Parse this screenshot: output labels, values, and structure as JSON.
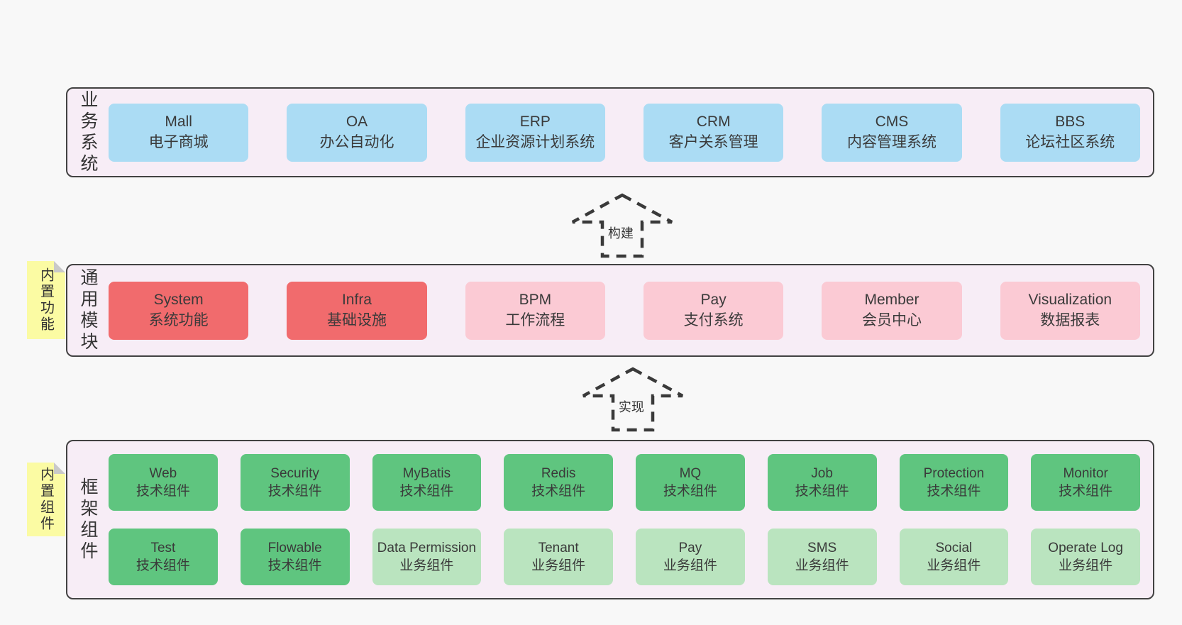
{
  "colors": {
    "page_bg": "#f8f8f8",
    "band_bg": "#f7edf6",
    "band_border": "#424242",
    "blue": "#abdcf4",
    "red": "#f16b6d",
    "pink": "#fbcad4",
    "green": "#5fc57f",
    "green_light": "#bae4bf",
    "note_yellow": "#fbfba3",
    "note_fold": "#c9c9c9",
    "text": "#3a3a3a"
  },
  "arrows": {
    "build": {
      "label": "构建"
    },
    "implement": {
      "label": "实现"
    }
  },
  "bands": {
    "business": {
      "label": "业务系统",
      "boxes": [
        {
          "name": "Mall",
          "desc": "电子商城",
          "type": "blue"
        },
        {
          "name": "OA",
          "desc": "办公自动化",
          "type": "blue"
        },
        {
          "name": "ERP",
          "desc": "企业资源计划系统",
          "type": "blue"
        },
        {
          "name": "CRM",
          "desc": "客户关系管理",
          "type": "blue"
        },
        {
          "name": "CMS",
          "desc": "内容管理系统",
          "type": "blue"
        },
        {
          "name": "BBS",
          "desc": "论坛社区系统",
          "type": "blue"
        }
      ]
    },
    "modules": {
      "label": "通用模块",
      "note": "内置功能",
      "boxes": [
        {
          "name": "System",
          "desc": "系统功能",
          "type": "red"
        },
        {
          "name": "Infra",
          "desc": "基础设施",
          "type": "red"
        },
        {
          "name": "BPM",
          "desc": "工作流程",
          "type": "pink"
        },
        {
          "name": "Pay",
          "desc": "支付系统",
          "type": "pink"
        },
        {
          "name": "Member",
          "desc": "会员中心",
          "type": "pink"
        },
        {
          "name": "Visualization",
          "desc": "数据报表",
          "type": "pink"
        }
      ]
    },
    "framework": {
      "label": "框架组件",
      "note": "内置组件",
      "rows": [
        [
          {
            "name": "Web",
            "desc": "技术组件",
            "type": "green"
          },
          {
            "name": "Security",
            "desc": "技术组件",
            "type": "green"
          },
          {
            "name": "MyBatis",
            "desc": "技术组件",
            "type": "green"
          },
          {
            "name": "Redis",
            "desc": "技术组件",
            "type": "green"
          },
          {
            "name": "MQ",
            "desc": "技术组件",
            "type": "green"
          },
          {
            "name": "Job",
            "desc": "技术组件",
            "type": "green"
          },
          {
            "name": "Protection",
            "desc": "技术组件",
            "type": "green"
          },
          {
            "name": "Monitor",
            "desc": "技术组件",
            "type": "green"
          }
        ],
        [
          {
            "name": "Test",
            "desc": "技术组件",
            "type": "green"
          },
          {
            "name": "Flowable",
            "desc": "技术组件",
            "type": "green"
          },
          {
            "name": "Data Permission",
            "desc": "业务组件",
            "type": "green-light"
          },
          {
            "name": "Tenant",
            "desc": "业务组件",
            "type": "green-light"
          },
          {
            "name": "Pay",
            "desc": "业务组件",
            "type": "green-light"
          },
          {
            "name": "SMS",
            "desc": "业务组件",
            "type": "green-light"
          },
          {
            "name": "Social",
            "desc": "业务组件",
            "type": "green-light"
          },
          {
            "name": "Operate Log",
            "desc": "业务组件",
            "type": "green-light"
          }
        ]
      ]
    }
  }
}
